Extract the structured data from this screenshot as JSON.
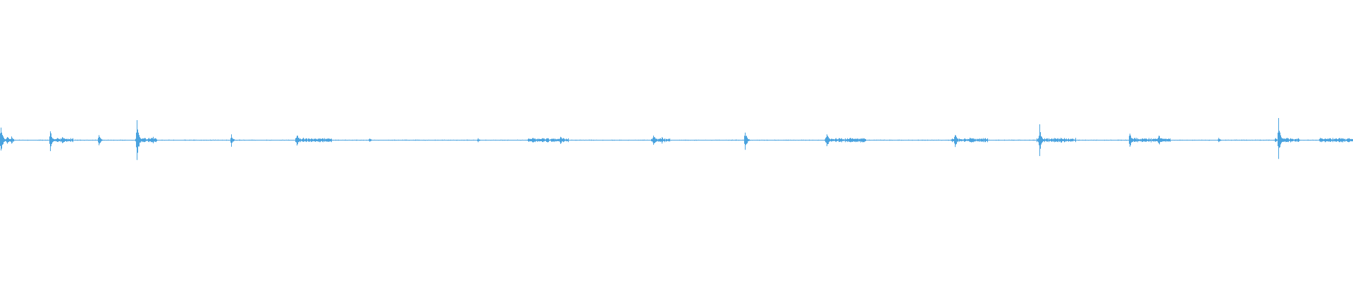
{
  "waveform": {
    "color": "#4aa3df",
    "transients": [
      {
        "t": 0.0003,
        "amp": 0.5
      },
      {
        "t": 0.005,
        "amp": 0.16
      },
      {
        "t": 0.0085,
        "amp": 0.12
      },
      {
        "t": 0.037,
        "amp": 0.34
      },
      {
        "t": 0.046,
        "amp": 0.1
      },
      {
        "t": 0.073,
        "amp": 0.18
      },
      {
        "t": 0.101,
        "amp": 0.7
      },
      {
        "t": 0.113,
        "amp": 0.1
      },
      {
        "t": 0.171,
        "amp": 0.18
      },
      {
        "t": 0.2195,
        "amp": 0.2
      },
      {
        "t": 0.236,
        "amp": 0.08
      },
      {
        "t": 0.273,
        "amp": 0.06
      },
      {
        "t": 0.353,
        "amp": 0.06
      },
      {
        "t": 0.393,
        "amp": 0.08
      },
      {
        "t": 0.414,
        "amp": 0.14
      },
      {
        "t": 0.483,
        "amp": 0.2
      },
      {
        "t": 0.489,
        "amp": 0.1
      },
      {
        "t": 0.5505,
        "amp": 0.34
      },
      {
        "t": 0.611,
        "amp": 0.25
      },
      {
        "t": 0.7055,
        "amp": 0.24
      },
      {
        "t": 0.768,
        "amp": 0.42
      },
      {
        "t": 0.784,
        "amp": 0.1
      },
      {
        "t": 0.835,
        "amp": 0.34
      },
      {
        "t": 0.856,
        "amp": 0.18
      },
      {
        "t": 0.9005,
        "amp": 0.07
      },
      {
        "t": 0.945,
        "amp": 0.6
      },
      {
        "t": 0.979,
        "amp": 0.08
      }
    ],
    "busy_regions": [
      {
        "start": 0.0,
        "end": 0.01
      },
      {
        "start": 0.036,
        "end": 0.054
      },
      {
        "start": 0.1,
        "end": 0.116
      },
      {
        "start": 0.218,
        "end": 0.245
      },
      {
        "start": 0.39,
        "end": 0.42
      },
      {
        "start": 0.481,
        "end": 0.495
      },
      {
        "start": 0.609,
        "end": 0.64
      },
      {
        "start": 0.703,
        "end": 0.73
      },
      {
        "start": 0.766,
        "end": 0.795
      },
      {
        "start": 0.834,
        "end": 0.865
      },
      {
        "start": 0.942,
        "end": 0.96
      },
      {
        "start": 0.975,
        "end": 1.0
      }
    ]
  }
}
